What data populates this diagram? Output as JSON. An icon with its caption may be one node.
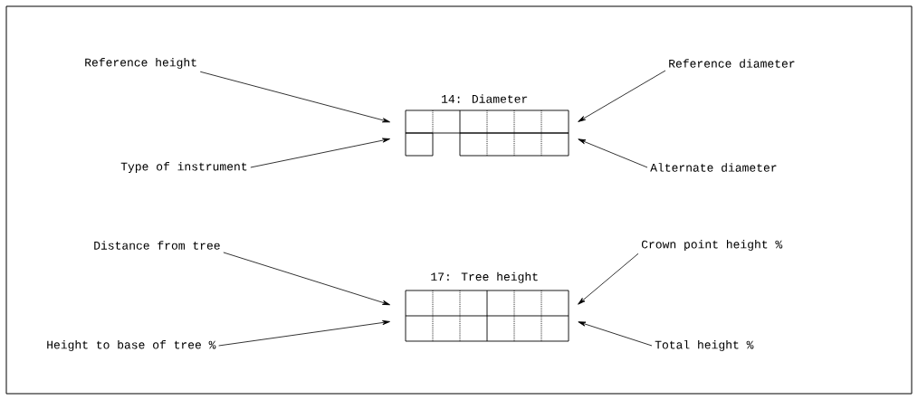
{
  "diagram": {
    "nodes": [
      {
        "text": [
          "Reference height"
        ]
      },
      {
        "text": [
          "14: Diameter"
        ]
      },
      {
        "text": [
          "Reference diameter"
        ]
      },
      {
        "text": [
          "Type of instrument"
        ]
      },
      {
        "text": [
          "Alternate diameter"
        ]
      },
      {
        "text": [
          "Distance from tree"
        ]
      },
      {
        "text": [
          "17: Tree height"
        ]
      },
      {
        "text": [
          "Crown point height %"
        ]
      },
      {
        "text": [
          "Height to base of tree %"
        ]
      },
      {
        "text": [
          "Total height %"
        ]
      }
    ],
    "edges": [
      {
        "from": 0,
        "to": 1,
        "arrow": "to"
      },
      {
        "from": 2,
        "to": 1,
        "arrow": "to"
      },
      {
        "from": 3,
        "to": 1,
        "arrow": "to"
      },
      {
        "from": 4,
        "to": 1,
        "arrow": "to"
      },
      {
        "from": 5,
        "to": 6,
        "arrow": "to"
      },
      {
        "from": 7,
        "to": 6,
        "arrow": "to"
      },
      {
        "from": 8,
        "to": 6,
        "arrow": "to"
      },
      {
        "from": 9,
        "to": 6,
        "arrow": "to"
      }
    ]
  }
}
